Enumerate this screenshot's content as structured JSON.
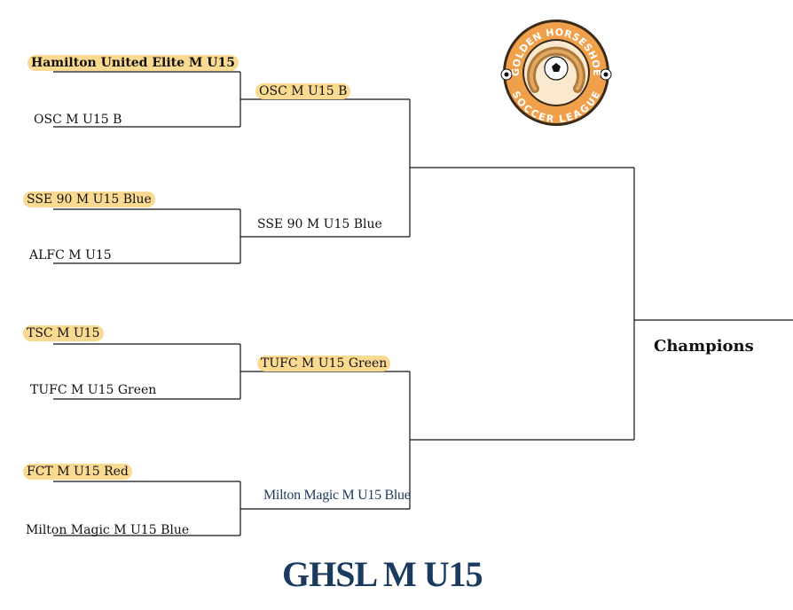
{
  "round1": [
    {
      "team": "Hamilton United Elite M U15",
      "highlight": true,
      "bold": true
    },
    {
      "team": "OSC M U15 B",
      "highlight": false
    },
    {
      "team": "SSE 90 M U15 Blue",
      "highlight": true
    },
    {
      "team": "ALFC M U15",
      "highlight": false
    },
    {
      "team": "TSC M U15",
      "highlight": true
    },
    {
      "team": "TUFC M U15 Green",
      "highlight": false
    },
    {
      "team": "FCT  M U15 Red",
      "highlight": true
    },
    {
      "team": "Milton Magic  M U15 Blue",
      "highlight": false
    }
  ],
  "round2": [
    {
      "team": "OSC M U15 B",
      "highlight": true
    },
    {
      "team": "SSE 90 M U15 Blue",
      "highlight": false
    },
    {
      "team": "TUFC M U15 Green",
      "highlight": true
    },
    {
      "team": "Milton Magic M U15 Blue",
      "highlight": false
    }
  ],
  "final_label": "Champions",
  "title": "GHSL M U15",
  "logo": {
    "top_text": "GOLDEN HORSESHOE",
    "bottom_text": "SOCCER LEAGUE",
    "colors": {
      "ring": "#f0a04b",
      "border": "#3a2a1a",
      "text": "#ffffff",
      "horseshoe": "#b07a3a"
    }
  },
  "colors": {
    "highlight": "#fad990",
    "line": "#111111",
    "title": "#1a3a5e"
  }
}
